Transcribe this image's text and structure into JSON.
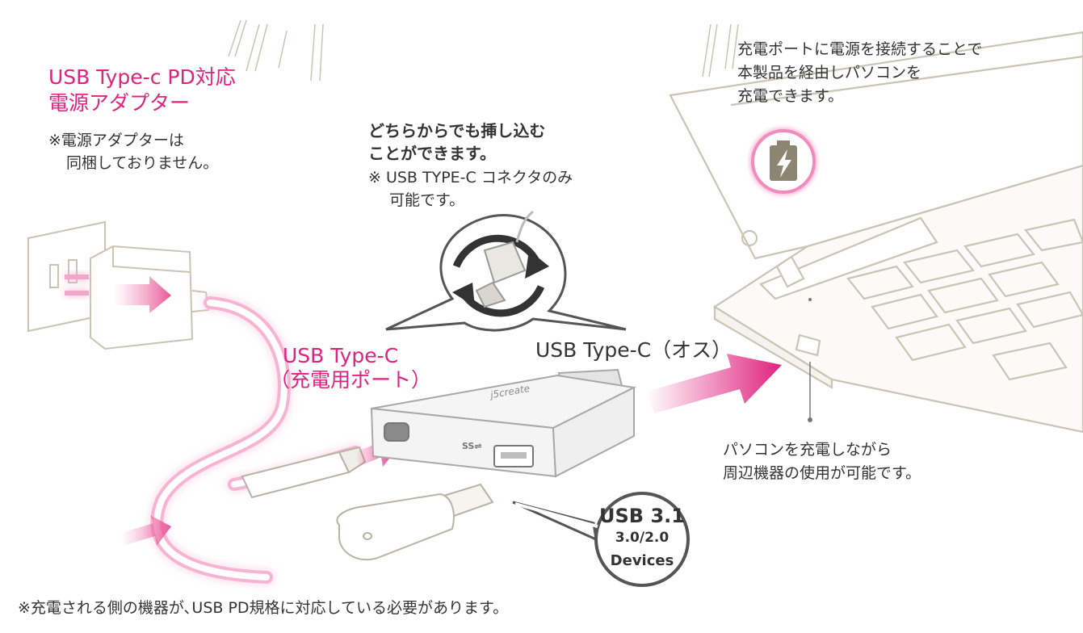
{
  "colors": {
    "accent": "#e0227e",
    "line": "#c9c4b4",
    "text": "#333333",
    "device": "#8a8a8a"
  },
  "adapter": {
    "title_line1": "USB Type-c PD対応",
    "title_line2": "電源アダプター",
    "note_line1": "※電源アダプターは",
    "note_line2": "同梱しておりません。"
  },
  "reversible": {
    "line1": "どちらからでも挿し込む",
    "line2": "ことができます。",
    "note_line1": "※ USB TYPE-C コネクタのみ",
    "note_line2": "可能です。"
  },
  "charge_port": {
    "line1": "USB Type-C",
    "line2": "（充電用ポート）"
  },
  "male_connector": {
    "label": "USB Type-C（オス）"
  },
  "laptop_charge": {
    "line1": "充電ポートに電源を接続することで",
    "line2": "本製品を経由しパソコンを",
    "line3": "充電できます。"
  },
  "laptop_use": {
    "line1": "パソコンを充電しながら",
    "line2": "周辺機器の使用が可能です。"
  },
  "usb_badge": {
    "line1": "USB 3.1",
    "line2": "3.0/2.0",
    "line3": "Devices"
  },
  "device": {
    "brand": "j5create",
    "ss_mark": "SS⇌"
  },
  "footer": {
    "note": "※充電される側の機器が､USB PD規格に対応している必要があります。"
  },
  "icons": [
    "wall-outlet-icon",
    "power-adapter-icon",
    "rotate-arrows-icon",
    "battery-charging-icon",
    "usb-flash-drive-icon",
    "laptop-icon",
    "hub-device-icon"
  ]
}
